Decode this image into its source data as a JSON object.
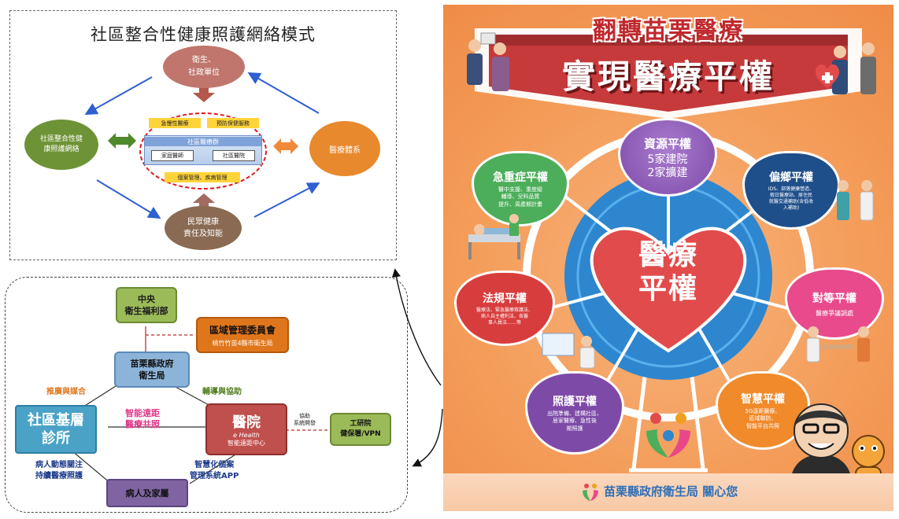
{
  "top_diagram": {
    "title": "社區整合性健康照護網絡模式",
    "nodes": {
      "gov": "衛生、\n社政單位",
      "community_care": "社區整合性健\n康照護網絡",
      "hospital_system": "醫療體系",
      "public": "民眾健康\n責任及知能"
    },
    "tags": {
      "chronic": "急慢性醫療",
      "preventive": "預防保健服務",
      "group": "社區醫療群",
      "family_doctor": "家庭醫師",
      "community_hospital": "社區醫院",
      "case_mgmt": "個案管理、疾病管理"
    }
  },
  "bottom_diagram": {
    "nodes": {
      "central": "中央\n衛生福利部",
      "regional": "區域管理委員會",
      "regional_sub": "桃竹竹苗4縣市衛生局",
      "county": "苗栗縣政府\n衛生局",
      "clinic": "社區基層\n診所",
      "hospital": "醫院",
      "hospital_sub1": "e Health",
      "hospital_sub2": "智能遠距中心",
      "itri": "工研院\n健保署/VPN",
      "patient": "病人及家屬"
    },
    "labels": {
      "promo": "推廣與媒合",
      "guide": "輔導與協助",
      "tele": "智能遠距\n醫療共照",
      "assist": "協助\n系統開發",
      "track": "病人動態關注\n持續醫療照護",
      "app": "智慧化個案\n管理系統APP"
    }
  },
  "poster": {
    "title1": "翻轉苗栗醫療",
    "title2": "實現醫療平權",
    "center": "醫療\n平權",
    "hearts": [
      {
        "title": "資源平權",
        "body": "5家建院\n2家擴建"
      },
      {
        "title": "急重症平權",
        "body": "醫中支援、重度級\n輔導、兒科品質\n提升、周產期計畫"
      },
      {
        "title": "偏鄉平權",
        "body": "IDS、部落健康營造、\n假日醫療站、原住民\n就醫交通補助(含低收\n入補助)"
      },
      {
        "title": "法規平權",
        "body": "醫療法、緊急醫療救護法、\n病人自主權利法、各醫\n事人員法……等"
      },
      {
        "title": "對等平權",
        "body": "醫療爭議調處"
      },
      {
        "title": "照護平權",
        "body": "出院準備、建構社區、\n居家醫療、急性後\n期照護"
      },
      {
        "title": "智慧平權",
        "body": "5G遠距醫療、\n區域聯防、\n智能平台共照"
      }
    ],
    "footer": "苗栗縣政府衛生局 關心您"
  },
  "colors": {
    "orange_bg": "#f49d5a",
    "banner_red": "#c63a3c",
    "heart_blue": "#2e86cf",
    "heart_red": "#e24b4b",
    "hospital_red": "#c0504d",
    "clinic_blue": "#4aa3c7",
    "county_blue": "#8cb4d9",
    "green_box": "#9bbb59",
    "purple_box": "#8064a2",
    "orange_box": "#e0761b"
  }
}
